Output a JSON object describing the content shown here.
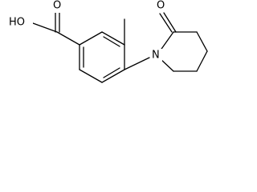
{
  "labels": {
    "carboxyl": "HO",
    "carbonyl_oxygen_acid": "O",
    "ring_nitrogen": "N",
    "lactam_oxygen": "O"
  }
}
